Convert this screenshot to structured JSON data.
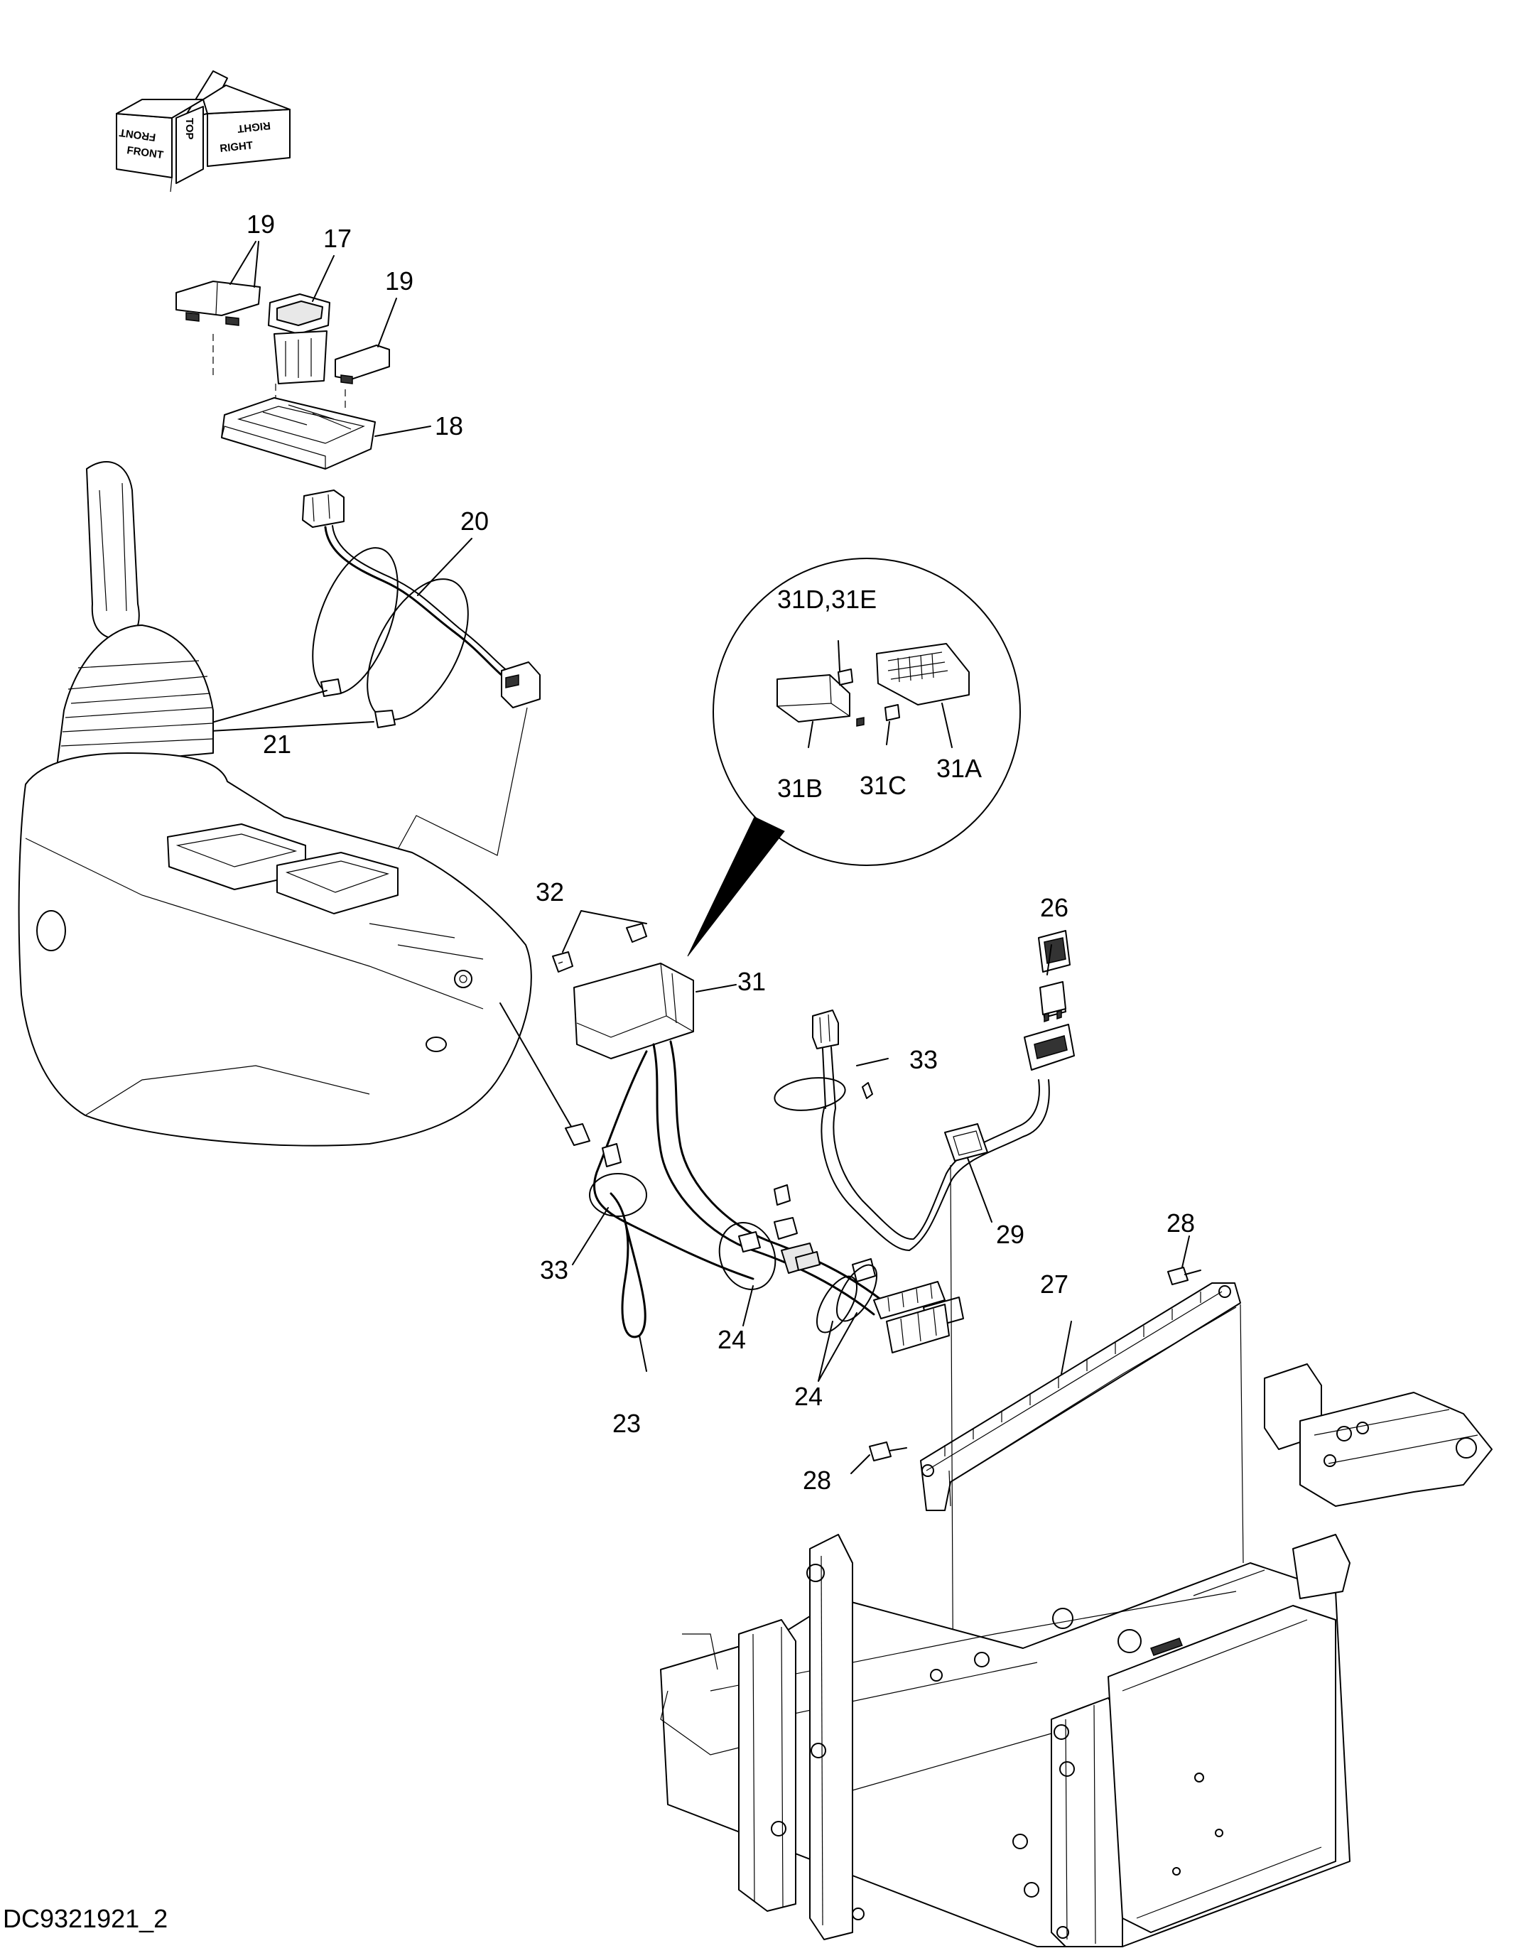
{
  "drawing_id": "DC9321921_2",
  "orientation_indicator": {
    "front": "FRONT",
    "top": "TOP",
    "right": "RIGHT"
  },
  "callouts": {
    "p17": "17",
    "p18": "18",
    "p19a": "19",
    "p19b": "19",
    "p20": "20",
    "p21": "21",
    "p23": "23",
    "p24a": "24",
    "p24b": "24",
    "p26": "26",
    "p27": "27",
    "p28a": "28",
    "p28b": "28",
    "p29": "29",
    "p31": "31",
    "p31a": "31A",
    "p31b": "31B",
    "p31c": "31C",
    "p31de": "31D,31E",
    "p32": "32",
    "p33a": "33",
    "p33b": "33"
  }
}
